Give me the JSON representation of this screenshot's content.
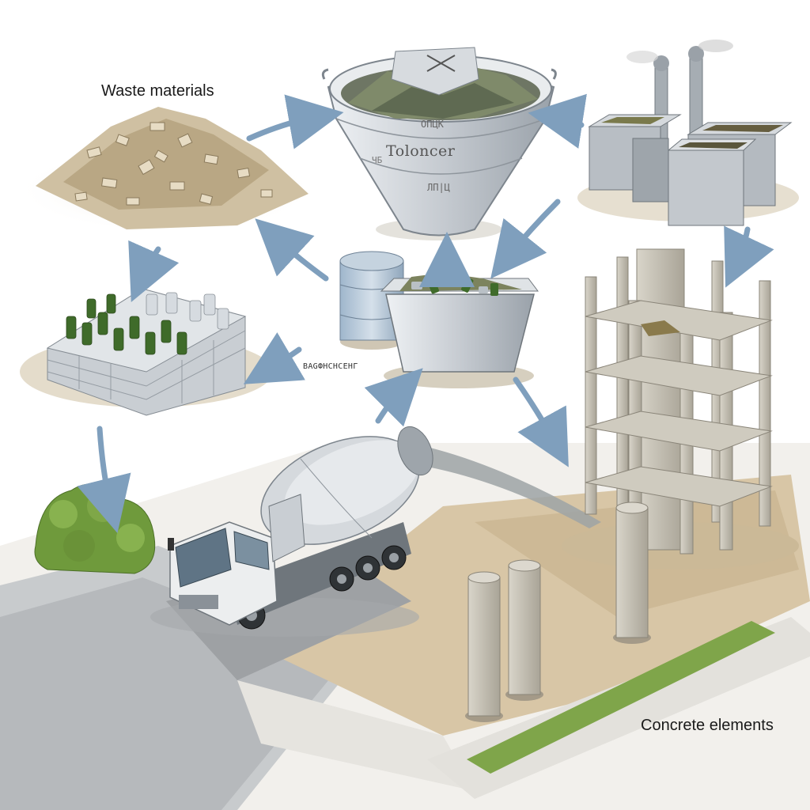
{
  "labels": {
    "waste_materials": "Waste materials",
    "concrete_elements": "Concrete elements"
  },
  "hopper_text": {
    "top": "ОПЦК",
    "middle": "Toloncer",
    "side": "ЧБ",
    "bottom": "ЛП|Ц"
  },
  "small_label": "ВАGФНСНСЕНГ",
  "colors": {
    "arrow": "#7f9fbd",
    "metal": "#c9ced3",
    "concrete": "#c8c4b8",
    "dirt": "#cdb89a",
    "bottle_green": "#3f6b2a",
    "grass": "#6f9a3c",
    "road": "#b9bcbe"
  }
}
